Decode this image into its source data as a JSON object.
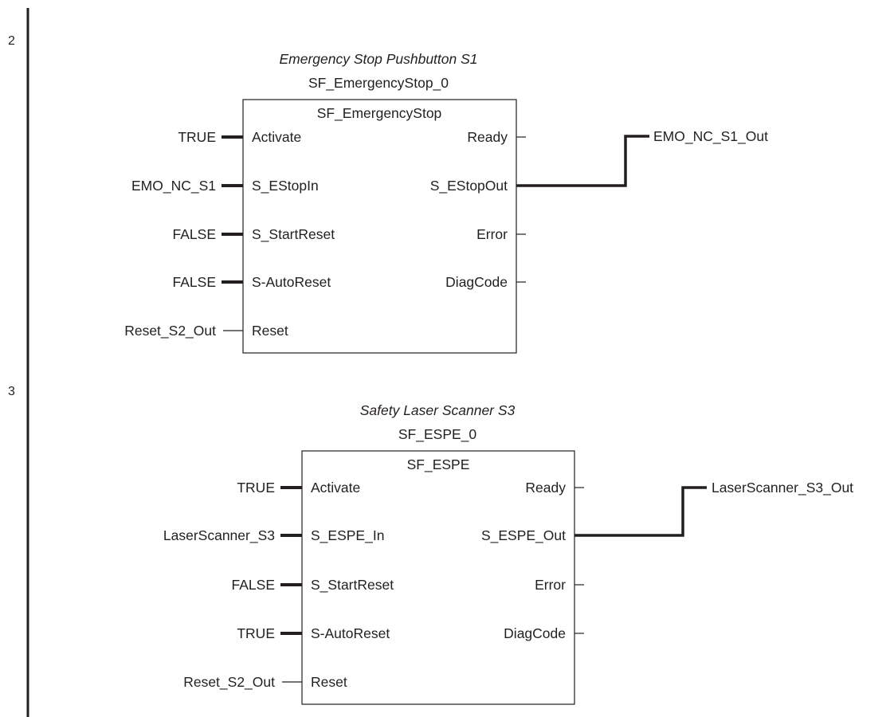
{
  "rungs": [
    {
      "number": "2",
      "title": "Emergency Stop Pushbutton S1",
      "instance": "SF_EmergencyStop_0",
      "fb_type": "SF_EmergencyStop",
      "inputs": [
        {
          "pin": "Activate",
          "value": "TRUE"
        },
        {
          "pin": "S_EStopIn",
          "value": "EMO_NC_S1"
        },
        {
          "pin": "S_StartReset",
          "value": "FALSE"
        },
        {
          "pin": "S-AutoReset",
          "value": "FALSE"
        },
        {
          "pin": "Reset",
          "value": "Reset_S2_Out"
        }
      ],
      "outputs": [
        {
          "pin": "Ready"
        },
        {
          "pin": "S_EStopOut",
          "value": "EMO_NC_S1_Out"
        },
        {
          "pin": "Error"
        },
        {
          "pin": "DiagCode"
        }
      ]
    },
    {
      "number": "3",
      "title": "Safety Laser Scanner S3",
      "instance": "SF_ESPE_0",
      "fb_type": "SF_ESPE",
      "inputs": [
        {
          "pin": "Activate",
          "value": "TRUE"
        },
        {
          "pin": "S_ESPE_In",
          "value": "LaserScanner_S3"
        },
        {
          "pin": "S_StartReset",
          "value": "FALSE"
        },
        {
          "pin": "S-AutoReset",
          "value": "TRUE"
        },
        {
          "pin": "Reset",
          "value": "Reset_S2_Out"
        }
      ],
      "outputs": [
        {
          "pin": "Ready"
        },
        {
          "pin": "S_ESPE_Out",
          "value": "LaserScanner_S3_Out"
        },
        {
          "pin": "Error"
        },
        {
          "pin": "DiagCode"
        }
      ]
    }
  ]
}
